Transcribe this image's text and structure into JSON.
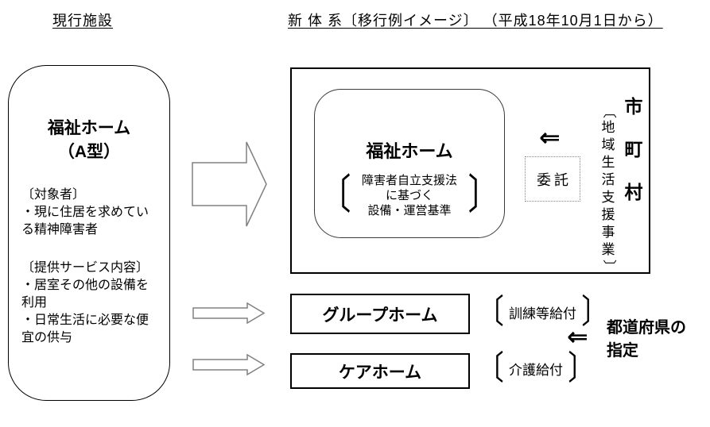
{
  "headings": {
    "current": "現行施設",
    "new_system": "新 体 系〔移行例イメージ〕 （平成18年10月1日から）"
  },
  "current_facility": {
    "title": "福祉ホーム\n（A型）",
    "target_note": "〔対象者〕\n・現に住居を求めてい\nる精神障害者",
    "service_note": "〔提供サービス内容〕\n・居室その他の設備を\n利用\n・日常生活に必要な便\n宜の供与"
  },
  "new_system": {
    "welfare_home": {
      "title": "福祉ホーム",
      "standards": {
        "bracket_open": "〔",
        "text": "障害者自立支援法に基づく\n設備・運営基準",
        "bracket_close": "〕"
      }
    },
    "consignment": {
      "arrow": "⇐",
      "label": "委託"
    },
    "municipality": {
      "name": "市町村",
      "program": {
        "bracket_open": "〔",
        "text": "地域生活支援事業",
        "bracket_close": "〕"
      }
    }
  },
  "homes": {
    "group_home": {
      "label": "グループホーム",
      "benefit": {
        "bracket_open": "〔",
        "text": "訓練等給付",
        "bracket_close": "〕"
      }
    },
    "care_home": {
      "label": "ケアホーム",
      "benefit": {
        "bracket_open": "〔",
        "text": "介護給付",
        "bracket_close": "〕"
      }
    }
  },
  "prefecture": {
    "arrow": "⇐",
    "label": "都道府県の\n指定"
  },
  "colors": {
    "ink": "#000000",
    "box_border": "#000000",
    "arrow_outline": "#808080",
    "consignment_border": "#888888"
  }
}
